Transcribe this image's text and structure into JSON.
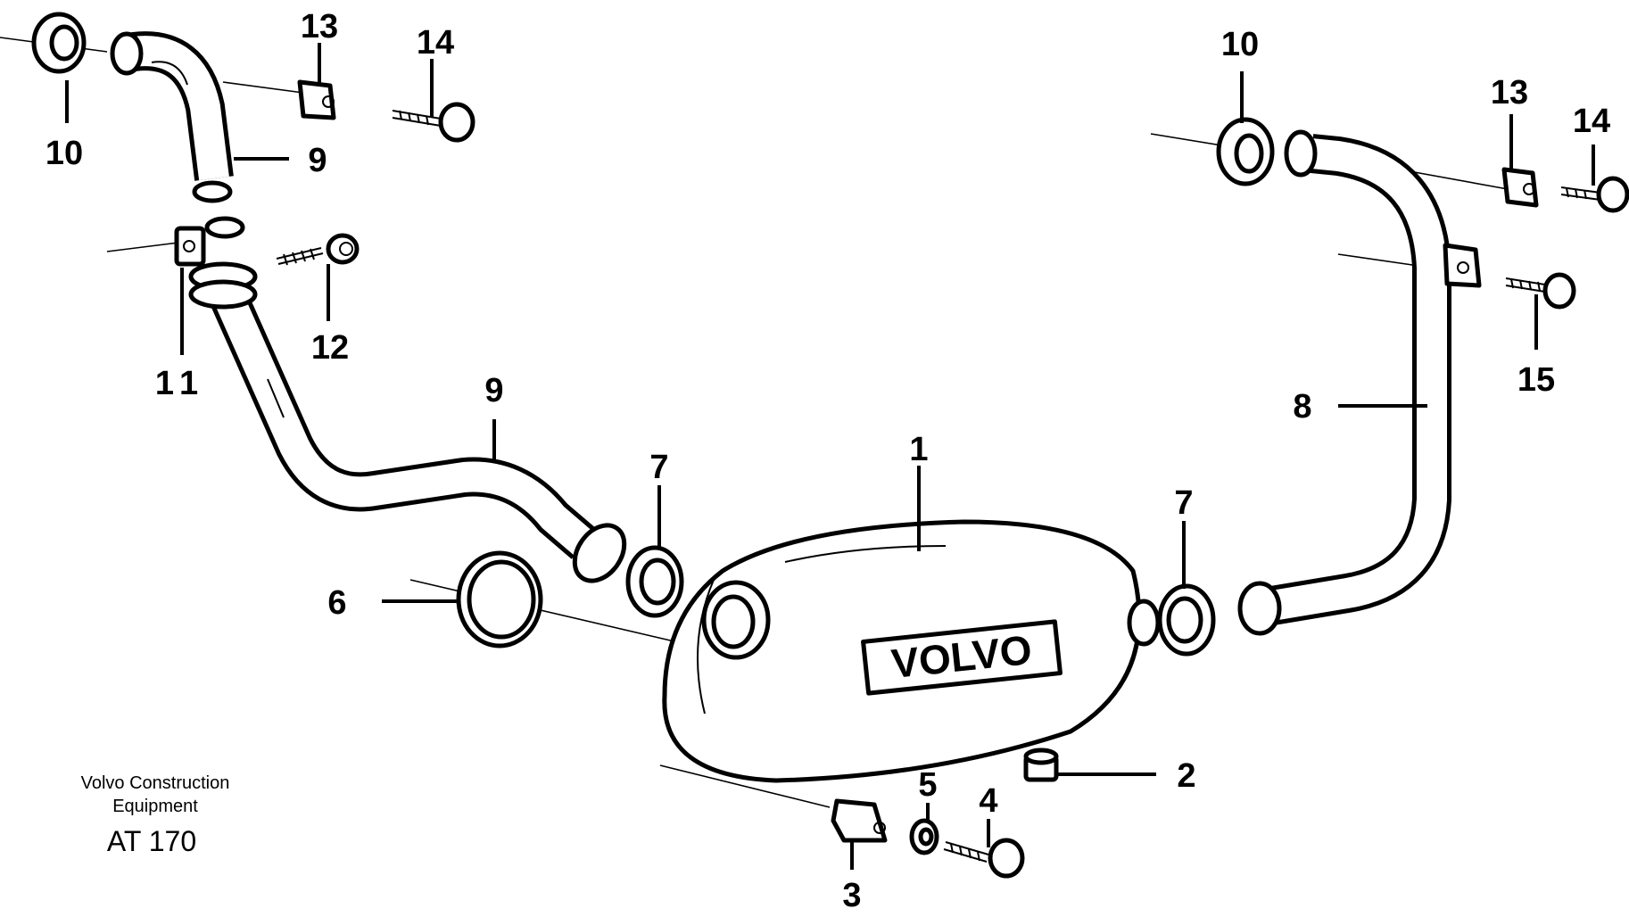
{
  "callouts": {
    "c1": "1",
    "c2": "2",
    "c3": "3",
    "c4": "4",
    "c5": "5",
    "c6": "6",
    "c7a": "7",
    "c7b": "7",
    "c8": "8",
    "c9a": "9",
    "c9b": "9",
    "c10a": "10",
    "c10b": "10",
    "c11": "11",
    "c12": "12",
    "c13a": "13",
    "c13b": "13",
    "c14a": "14",
    "c14b": "14",
    "c15": "15"
  },
  "muffler_brand": "VOLVO",
  "caption": {
    "line1": "Volvo Construction",
    "line2": "Equipment",
    "code": "AT 170"
  }
}
